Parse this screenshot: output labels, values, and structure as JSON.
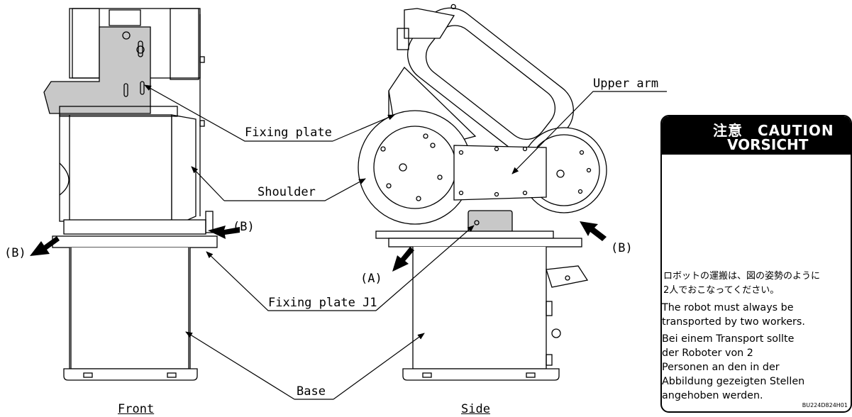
{
  "labels": {
    "upper_arm": "Upper arm",
    "fixing_plate": "Fixing plate",
    "shoulder": "Shoulder",
    "fixing_plate_j1": "Fixing plate J1",
    "base": "Base"
  },
  "markers": {
    "b": "(B)",
    "a": "(A)"
  },
  "views": {
    "front": "Front",
    "side": "Side"
  },
  "caution": {
    "title_line1": "注意　CAUTION",
    "title_line2": "VORSICHT",
    "text_ja": "ロボットの運搬は、図の姿勢のように\n2人でおこなってください。",
    "text_en": "The robot must always be\ntransported by two workers.",
    "text_de": "Bei einem Transport sollte\nder Roboter von 2\nPersonen an den in der\nAbbildung gezeigten Stellen\nangehoben werden.",
    "code": "BU224D824H01"
  },
  "colors": {
    "line": "#000000",
    "plate_fill": "#c8c8c8",
    "background": "#ffffff"
  }
}
